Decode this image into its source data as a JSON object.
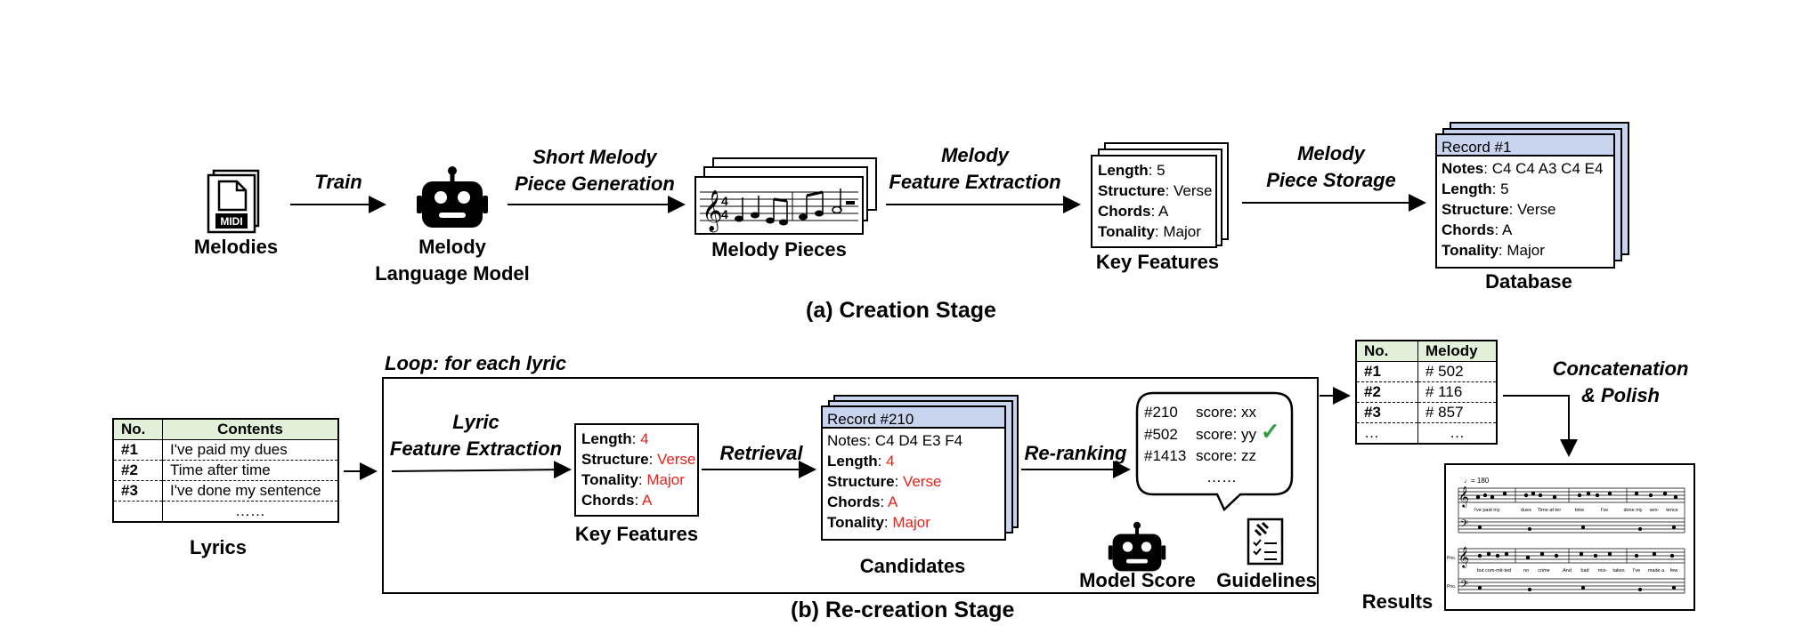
{
  "creation": {
    "stage_title": "(a) Creation Stage",
    "melodies_label": "Melodies",
    "midi_text": "MIDI",
    "train_label": "Train",
    "model_label_line1": "Melody",
    "model_label_line2": "Language Model",
    "gen_label_line1": "Short Melody",
    "gen_label_line2": "Piece Generation",
    "pieces_label": "Melody Pieces",
    "extract_label_line1": "Melody",
    "extract_label_line2": "Feature Extraction",
    "features": {
      "length_key": "Length",
      "length_val": "5",
      "structure_key": "Structure",
      "structure_val": "Verse",
      "chords_key": "Chords",
      "chords_val": "A",
      "tonality_key": "Tonality",
      "tonality_val": "Major"
    },
    "features_label": "Key Features",
    "storage_label_line1": "Melody",
    "storage_label_line2": "Piece Storage",
    "record": {
      "header": "Record #1",
      "notes_key": "Notes",
      "notes_val": "C4 C4 A3 C4 E4",
      "length_key": "Length",
      "length_val": "5",
      "structure_key": "Structure",
      "structure_val": "Verse",
      "chords_key": "Chords",
      "chords_val": "A",
      "tonality_key": "Tonality",
      "tonality_val": "Major"
    },
    "database_label": "Database"
  },
  "recreation": {
    "stage_title": "(b) Re-creation Stage",
    "loop_label": "Loop: for each lyric",
    "lyrics_table": {
      "headers": [
        "No.",
        "Contents"
      ],
      "rows": [
        [
          "#1",
          "I've paid my dues"
        ],
        [
          "#2",
          "Time after time"
        ],
        [
          "#3",
          "I've done my sentence"
        ]
      ],
      "ellipsis": "……"
    },
    "lyrics_label": "Lyrics",
    "lyric_extract_line1": "Lyric",
    "lyric_extract_line2": "Feature Extraction",
    "features": {
      "length_key": "Length",
      "length_val": "4",
      "structure_key": "Structure",
      "structure_val": "Verse",
      "tonality_key": "Tonality",
      "tonality_val": "Major",
      "chords_key": "Chords",
      "chords_val": "A"
    },
    "features_label": "Key Features",
    "retrieval_label": "Retrieval",
    "candidate": {
      "header": "Record #210",
      "notes_key": "Notes",
      "notes_val": "C4 D4 E3 F4",
      "length_key": "Length",
      "length_val": "4",
      "structure_key": "Structure",
      "structure_val": "Verse",
      "chords_key": "Chords",
      "chords_val": "A",
      "tonality_key": "Tonality",
      "tonality_val": "Major"
    },
    "candidates_label": "Candidates",
    "rerank_label": "Re-ranking",
    "scores": [
      {
        "id": "#210",
        "score": "score: xx"
      },
      {
        "id": "#502",
        "score": "score: yy"
      },
      {
        "id": "#1413",
        "score": "score: zz"
      }
    ],
    "scores_ellipsis": "……",
    "model_score_label": "Model Score",
    "guidelines_label": "Guidelines",
    "result_table": {
      "headers": [
        "No.",
        "Melody"
      ],
      "rows": [
        [
          "#1",
          "# 502"
        ],
        [
          "#2",
          "# 116"
        ],
        [
          "#3",
          "# 857"
        ]
      ],
      "ellipsis": [
        "…",
        "…"
      ]
    },
    "concat_line1": "Concatenation",
    "concat_line2": "& Polish",
    "results_label": "Results",
    "sheet": {
      "tempo": "♩= 180",
      "row1_lyrics": [
        "I've paid my",
        "dues",
        "Time af-ter",
        "time",
        "I've",
        "done my",
        "sen-",
        "tence"
      ],
      "row2_prefix": "Pno.",
      "row2_lyrics": [
        "but com-mit-ted",
        "no",
        "crime",
        "And",
        "bad",
        "mis-",
        "takes",
        "I've",
        "made a",
        "few"
      ]
    }
  },
  "colors": {
    "accent_red": "#e8221b",
    "record_header": "#c9d4ee",
    "table_header": "#e2efd9",
    "checkmark": "#2e9e3e"
  }
}
